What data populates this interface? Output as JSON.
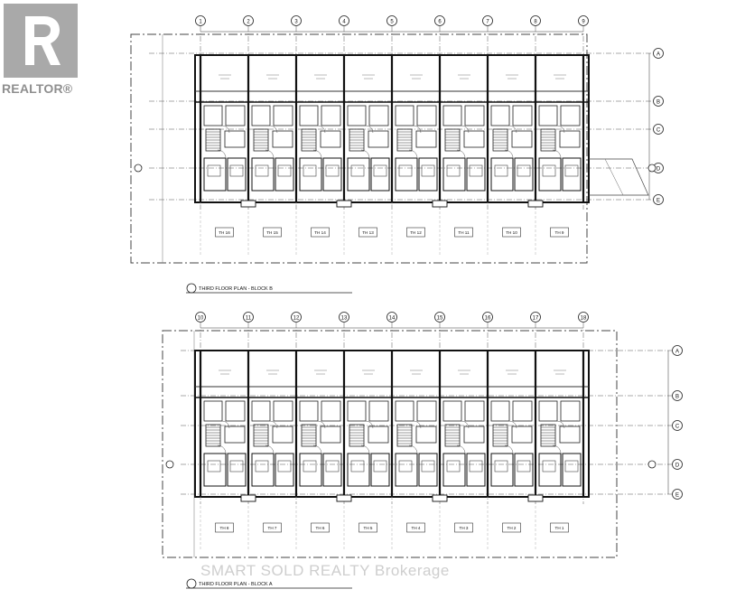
{
  "logo": {
    "text": "REALTOR®"
  },
  "watermark": "SMART SOLD REALTY Brokerage",
  "plans": [
    {
      "title": "THIRD FLOOR PLAN - BLOCK B",
      "columns": [
        "1",
        "2",
        "3",
        "4",
        "5",
        "6",
        "7",
        "8",
        "9"
      ],
      "rows": [
        "A",
        "B",
        "C",
        "D",
        "E"
      ],
      "units": [
        "TH 16",
        "TH 15",
        "TH 14",
        "TH 13",
        "TH 12",
        "TH 11",
        "TH 10",
        "TH 9"
      ]
    },
    {
      "title": "THIRD FLOOR PLAN - BLOCK A",
      "columns": [
        "10",
        "11",
        "12",
        "13",
        "14",
        "15",
        "16",
        "17",
        "18"
      ],
      "rows": [
        "A",
        "B",
        "C",
        "D",
        "E"
      ],
      "units": [
        "TH 8",
        "TH 7",
        "TH 6",
        "TH 5",
        "TH 4",
        "TH 3",
        "TH 2",
        "TH 1"
      ]
    }
  ]
}
